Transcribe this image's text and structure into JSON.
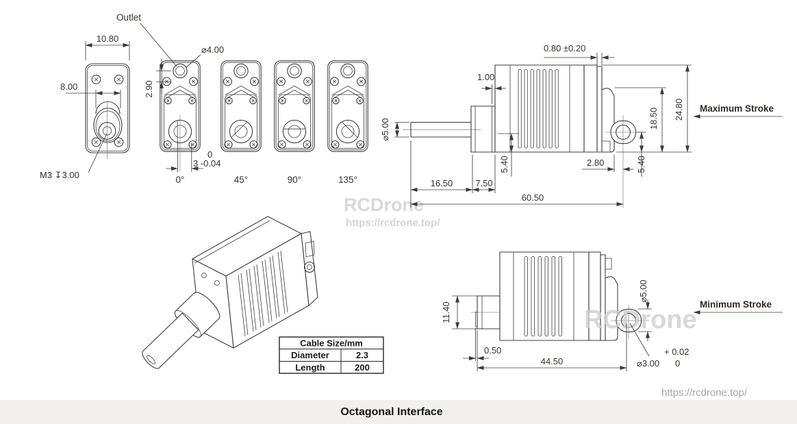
{
  "watermark": {
    "brand_center": "RCDrone",
    "url_center": "https://rcdrone.top/",
    "brand_right": "RCDrone",
    "url_bottom_right": "https://rcdrone.top/"
  },
  "footer": {
    "title": "Octagonal Interface"
  },
  "front_views": {
    "outlet_label": "Outlet",
    "overall_width": "10.80",
    "slot_width": "8.00",
    "thread_depth": "M3 ↧3.00",
    "outlet_dia": "⌀4.00",
    "outlet_offset": "2.90",
    "flat_tol_upper": "0",
    "flat_dim": "3 -0.04",
    "angle_labels": [
      "0°",
      "45°",
      "90°",
      "135°"
    ]
  },
  "max_stroke": {
    "label": "Maximum Stroke",
    "flange_thickness": "0.80 ±0.20",
    "step": "1.00",
    "rod_dia": "⌀5.00",
    "hole_height": "18.50",
    "total_height": "24.80",
    "rod_clearance": "5.40",
    "eye_offset": "2.80",
    "eye_clearance": "5.40",
    "stroke_length": "16.50",
    "nose_length": "7.50",
    "total_length": "60.50"
  },
  "min_stroke": {
    "label": "Minimum Stroke",
    "nose_height": "11.40",
    "eye_dia": "⌀5.00",
    "rod_protrusion": "0.50",
    "body_length": "44.50",
    "hole_dia": "⌀3.00",
    "hole_tol_upper": "+ 0.02",
    "hole_tol_lower": "0"
  },
  "cable_table": {
    "header": "Cable Size/mm",
    "rows": [
      {
        "label": "Diameter",
        "value": "2.3"
      },
      {
        "label": "Length",
        "value": "200"
      }
    ]
  }
}
